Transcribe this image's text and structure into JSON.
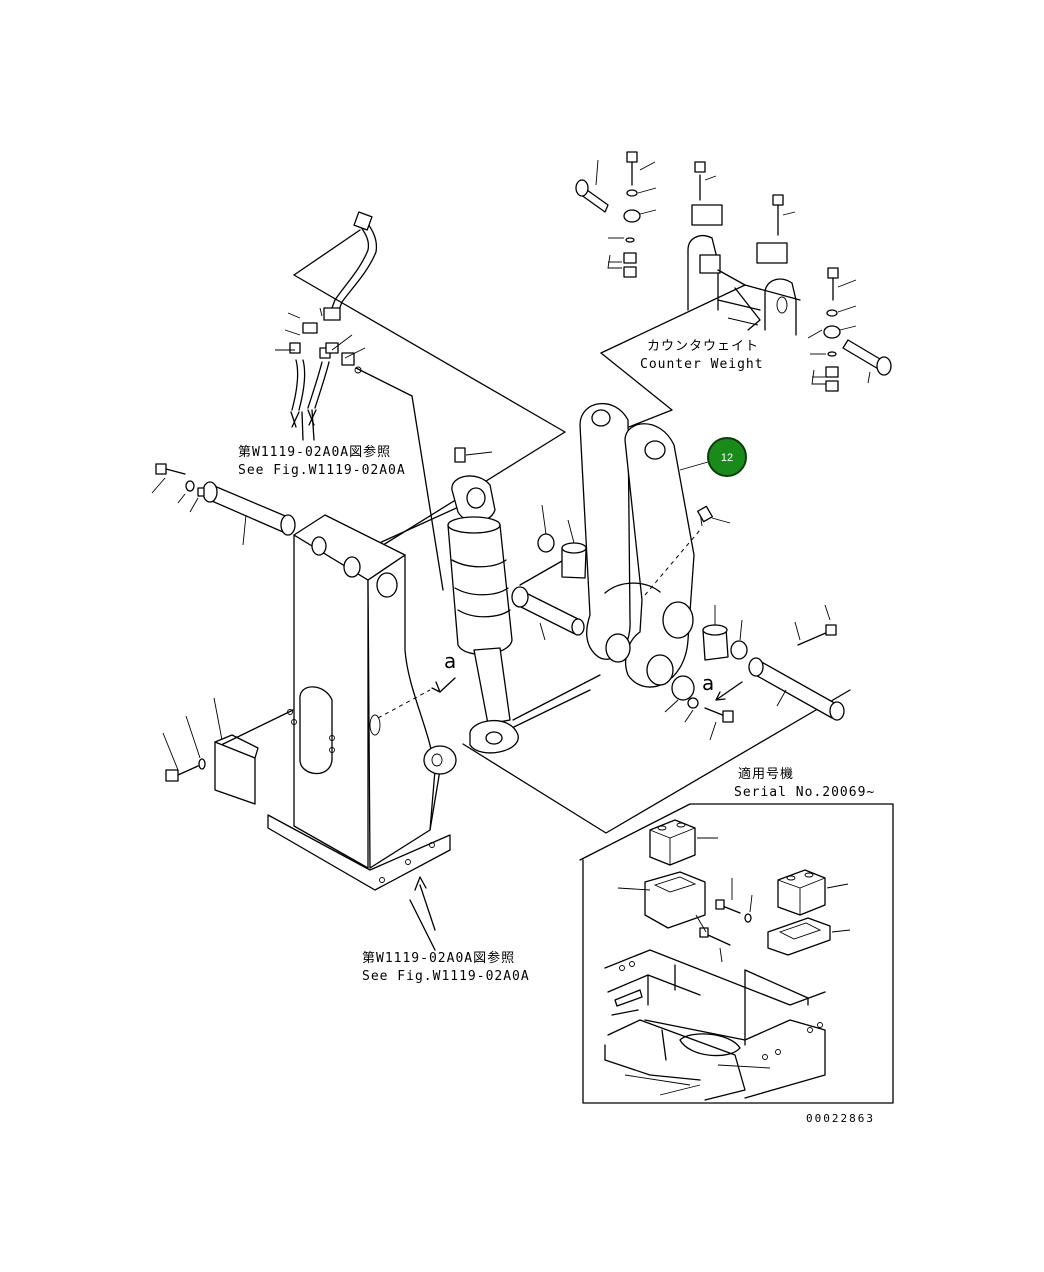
{
  "labels": {
    "counterweight_jp": "カウンタウェイト",
    "counterweight_en": "Counter Weight",
    "see_fig_top_jp": "第W1119-02A0A図参照",
    "see_fig_top_en": "See Fig.W1119-02A0A",
    "see_fig_bottom_jp": "第W1119-02A0A図参照",
    "see_fig_bottom_en": "See Fig.W1119-02A0A",
    "serial_jp": "適用号機",
    "serial_en": "Serial No.20069~",
    "view_a_left": "a",
    "view_a_right": "a",
    "drawing_number": "00022863"
  },
  "callout": {
    "number": "12",
    "color": "#1a8a1a",
    "border": "#0b3d0b"
  }
}
